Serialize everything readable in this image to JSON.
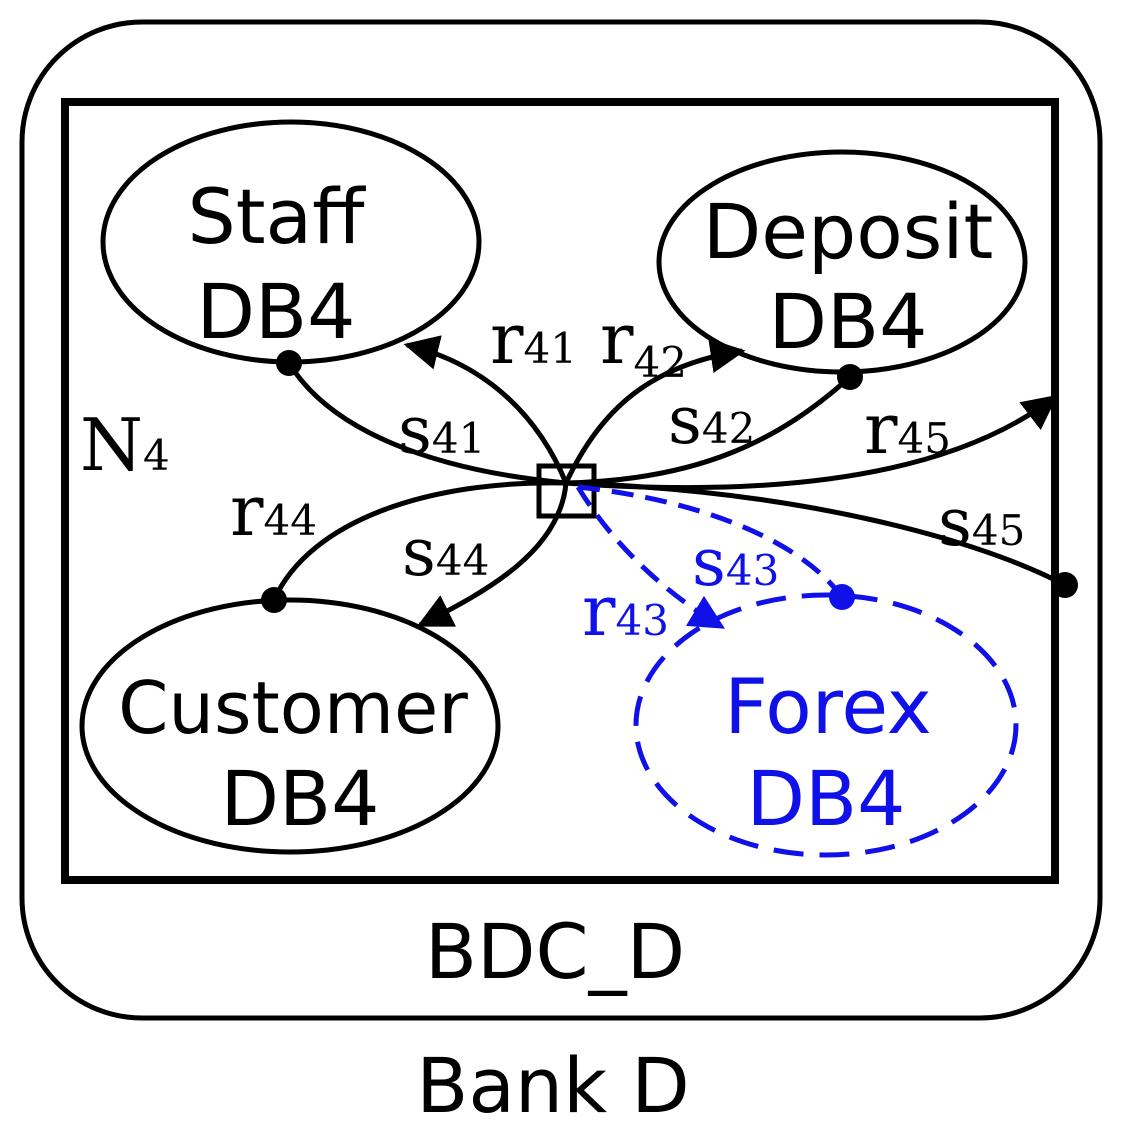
{
  "diagram": {
    "outer_label": "BDC_D",
    "bank_label": "Bank D",
    "node_label": {
      "main": "N",
      "sub": "4"
    },
    "databases": {
      "staff": {
        "line1": "Staff",
        "line2": "DB4"
      },
      "deposit": {
        "line1": "Deposit",
        "line2": "DB4"
      },
      "customer": {
        "line1": "Customer",
        "line2": "DB4"
      },
      "forex": {
        "line1": "Forex",
        "line2": "DB4"
      }
    },
    "edges": {
      "r41": {
        "main": "r",
        "sub": "41"
      },
      "r42": {
        "main": "r",
        "sub": "42"
      },
      "r43": {
        "main": "r",
        "sub": "43"
      },
      "r44": {
        "main": "r",
        "sub": "44"
      },
      "r45": {
        "main": "r",
        "sub": "45"
      },
      "s41": {
        "main": "s",
        "sub": "41"
      },
      "s42": {
        "main": "s",
        "sub": "42"
      },
      "s43": {
        "main": "s",
        "sub": "43"
      },
      "s44": {
        "main": "s",
        "sub": "44"
      },
      "s45": {
        "main": "s",
        "sub": "45"
      }
    },
    "colors": {
      "default": "#000000",
      "new_db": "#1010e8"
    }
  }
}
